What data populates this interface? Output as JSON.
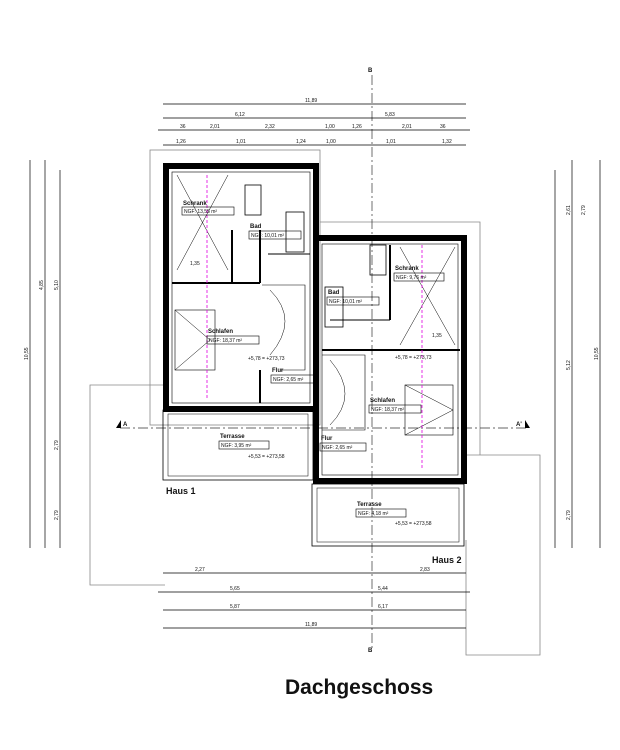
{
  "title": "Dachgeschoss",
  "section_marks": {
    "b": "B",
    "a": "A",
    "a_prime": "A'"
  },
  "houses": {
    "haus1": "Haus 1",
    "haus2": "Haus 2"
  },
  "rooms": [
    {
      "name": "Schrank",
      "area": "NGF: 13,55 m²"
    },
    {
      "name": "Bad",
      "area": "NGF: 10,01 m²"
    },
    {
      "name": "Schlafen",
      "area": "NGF: 18,37 m²"
    },
    {
      "name": "Flur",
      "area": "NGF: 2,65 m²"
    },
    {
      "name": "Terrasse",
      "area": "NGF: 3,95 m²"
    },
    {
      "name": "Schrank",
      "area": "NGF: 9,76 m²"
    },
    {
      "name": "Bad",
      "area": "NGF: 10,01 m²"
    },
    {
      "name": "Schlafen",
      "area": "NGF: 18,37 m²"
    },
    {
      "name": "Flur",
      "area": "NGF: 2,65 m²"
    },
    {
      "name": "Terrasse",
      "area": "NGF: 4,18 m²"
    }
  ],
  "levels": {
    "floor": "+5,78 = +273,73",
    "terrace": "+5,53 = +273,58"
  },
  "dimensions": {
    "top_total": "11,89",
    "top_split": [
      "6,12",
      "5,83"
    ],
    "top_row3": [
      "36",
      "2,01",
      "2,32",
      "1,00",
      "1,26",
      "2,01",
      "36"
    ],
    "top_row4": [
      "1,26",
      "1,01",
      "1,24",
      "1,00",
      "1,01",
      "1,32"
    ],
    "bottom_row1": [
      "2,27",
      "2,83"
    ],
    "bottom_row2": [
      "5,65",
      "5,44"
    ],
    "bottom_row3": [
      "5,87",
      "6,17"
    ],
    "bottom_total": "11,89",
    "left": [
      "4,85",
      "5,10",
      "10,55",
      "2,79",
      "2,79"
    ],
    "right": [
      "2,61",
      "2,79",
      "5,12",
      "10,55",
      "2,79"
    ],
    "skylight": "1,35"
  }
}
